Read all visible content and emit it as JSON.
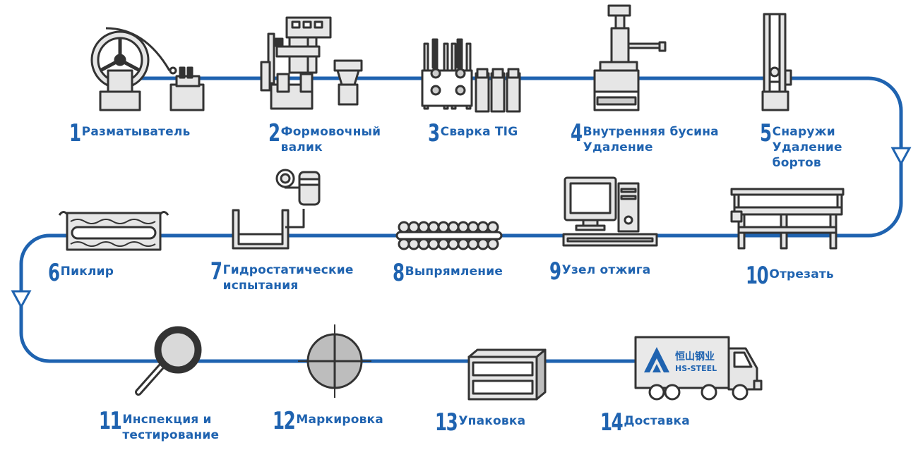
{
  "colors": {
    "flow_line": "#1f63b0",
    "label": "#1f63b0",
    "equipment_fill": "#e6e6e6",
    "equipment_stroke": "#333333"
  },
  "steps": [
    {
      "num": "1",
      "label": "Разматыватель",
      "icon": "uncoiler-icon"
    },
    {
      "num": "2",
      "label": "Формовочный\nвалик",
      "icon": "forming-roller-icon"
    },
    {
      "num": "3",
      "label": "Сварка TIG",
      "icon": "tig-welding-icon"
    },
    {
      "num": "4",
      "label": "Внутренняя бусина\nУдаление",
      "icon": "inner-bead-removal-icon"
    },
    {
      "num": "5",
      "label": "Снаружи\nУдаление\nбортов",
      "icon": "outer-bead-removal-icon"
    },
    {
      "num": "6",
      "label": "Пиклир",
      "icon": "pickling-tank-icon"
    },
    {
      "num": "7",
      "label": "Гидростатические\nиспытания",
      "icon": "hydrostatic-test-icon"
    },
    {
      "num": "8",
      "label": "Выпрямление",
      "icon": "straightening-rollers-icon"
    },
    {
      "num": "9",
      "label": "Узел отжига",
      "icon": "annealing-computer-icon"
    },
    {
      "num": "10",
      "label": "Отрезать",
      "icon": "cutting-table-icon"
    },
    {
      "num": "11",
      "label": "Инспекция и\nтестирование",
      "icon": "magnifier-icon"
    },
    {
      "num": "12",
      "label": "Маркировка",
      "icon": "marking-disc-icon"
    },
    {
      "num": "13",
      "label": "Упаковка",
      "icon": "package-icon"
    },
    {
      "num": "14",
      "label": "Доставка",
      "icon": "delivery-truck-icon"
    }
  ],
  "logo": {
    "chinese": "恒山钢业",
    "latin": "HS-STEEL"
  }
}
